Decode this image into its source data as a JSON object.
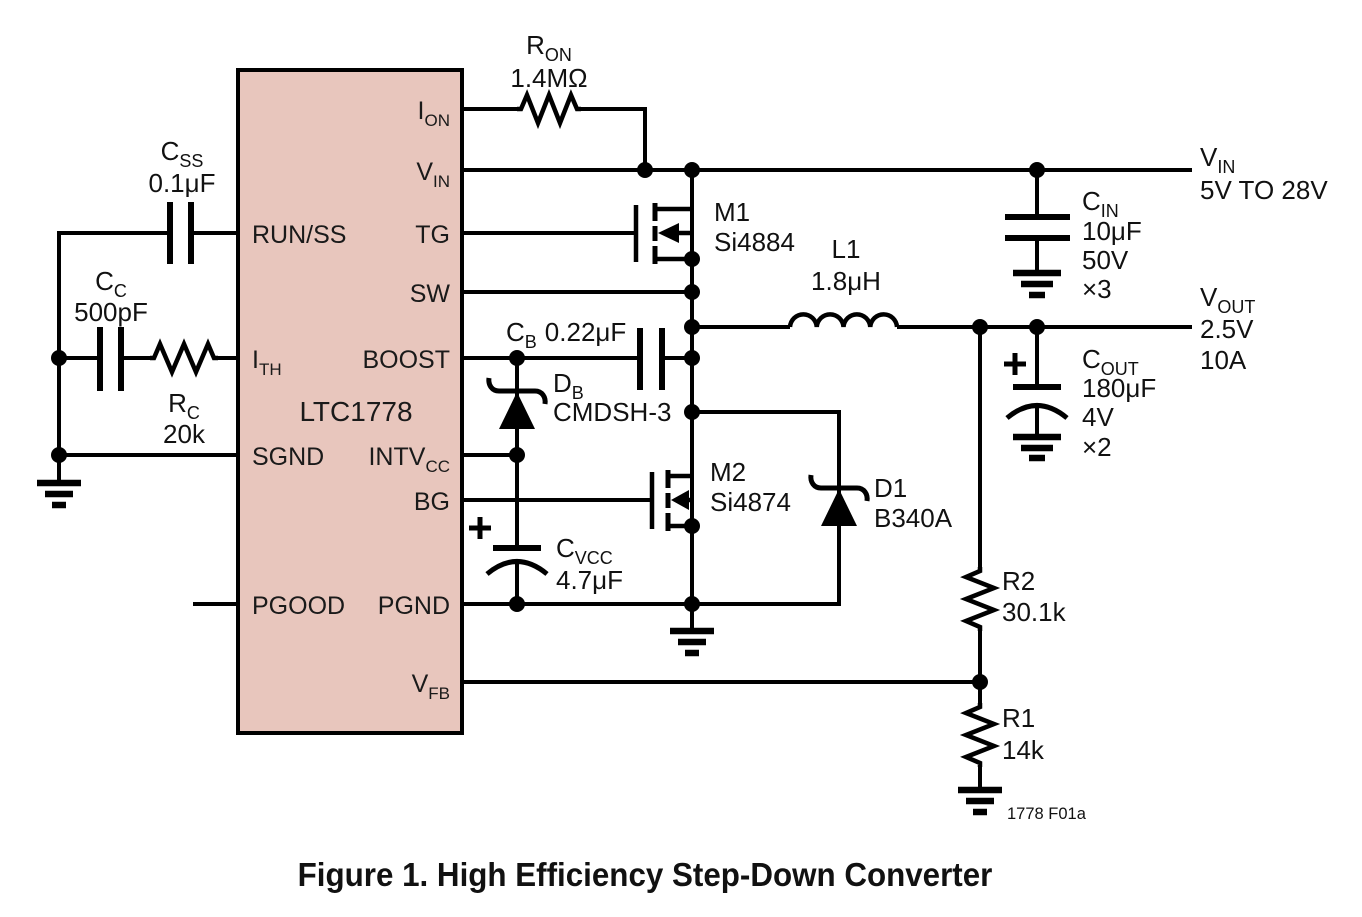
{
  "figure": {
    "caption": "Figure 1. High Efficiency Step-Down Converter",
    "ref_code": "1778 F01a"
  },
  "colors": {
    "ic_fill": "#e8c6bd",
    "wire": "#000000"
  },
  "ic": {
    "part": "LTC1778",
    "pins": {
      "run_ss": "RUN/SS",
      "ith": {
        "m": "I",
        "s": "TH"
      },
      "sgnd": "SGND",
      "pgood": "PGOOD",
      "ion": {
        "m": "I",
        "s": "ON"
      },
      "vin": {
        "m": "V",
        "s": "IN"
      },
      "tg": "TG",
      "sw": "SW",
      "boost": "BOOST",
      "intvcc": {
        "m": "INTV",
        "s": "CC"
      },
      "bg": "BG",
      "pgnd": "PGND",
      "vfb": {
        "m": "V",
        "s": "FB"
      }
    }
  },
  "components": {
    "css": {
      "m": "C",
      "s": "SS",
      "value": "0.1μF"
    },
    "cc": {
      "m": "C",
      "s": "C",
      "value": "500pF"
    },
    "rc": {
      "m": "R",
      "s": "C",
      "value": "20k"
    },
    "ron": {
      "m": "R",
      "s": "ON",
      "value": "1.4MΩ"
    },
    "cb": {
      "m": "C",
      "s": "B",
      "value": "0.22μF"
    },
    "db": {
      "m": "D",
      "s": "B",
      "value": "CMDSH-3"
    },
    "cvcc": {
      "m": "C",
      "s": "VCC",
      "value": "4.7μF"
    },
    "m1": {
      "ref": "M1",
      "part": "Si4884"
    },
    "m2": {
      "ref": "M2",
      "part": "Si4874"
    },
    "l1": {
      "ref": "L1",
      "value": "1.8μH"
    },
    "d1": {
      "ref": "D1",
      "part": "B340A"
    },
    "cin": {
      "m": "C",
      "s": "IN",
      "value": "10μF",
      "rating": "50V",
      "qty": "×3"
    },
    "cout": {
      "m": "C",
      "s": "OUT",
      "value": "180μF",
      "rating": "4V",
      "qty": "×2"
    },
    "r2": {
      "ref": "R2",
      "value": "30.1k"
    },
    "r1": {
      "ref": "R1",
      "value": "14k"
    }
  },
  "nets": {
    "vin": {
      "m": "V",
      "s": "IN",
      "range": "5V TO 28V"
    },
    "vout": {
      "m": "V",
      "s": "OUT",
      "voltage": "2.5V",
      "current": "10A"
    }
  }
}
